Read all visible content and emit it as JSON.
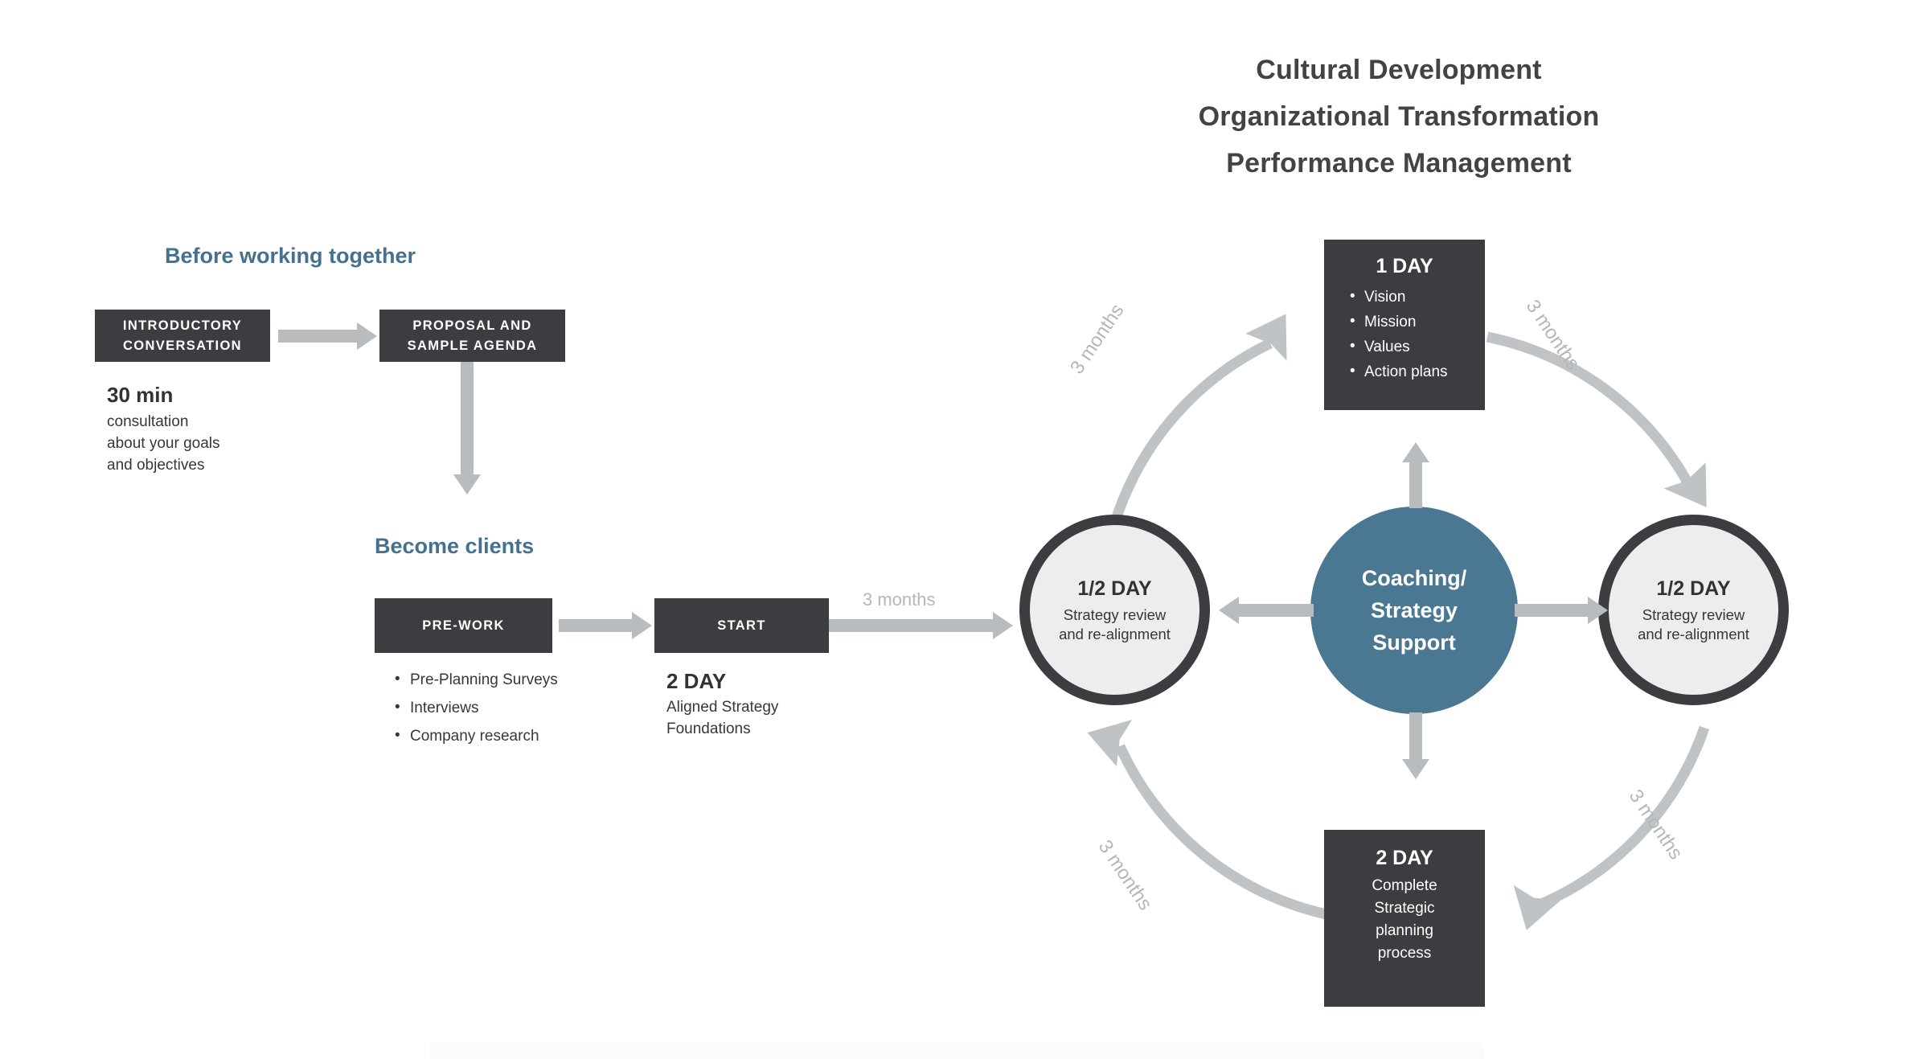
{
  "title": {
    "lines": [
      "Cultural Development",
      "Organizational Transformation",
      "Performance Management"
    ]
  },
  "colors": {
    "accent_blue": "#4a7792",
    "heading_blue": "#44718d",
    "dark_box": "#3b3d41",
    "arrow_gray": "#b8bcbe",
    "label_gray": "#b3b7b9",
    "circle_fill": "#eceded",
    "background": "#ffffff"
  },
  "before_section": {
    "heading": "Before working together",
    "box_intro": "INTRODUCTORY CONVERSATION",
    "box_intro_line1": "INTRODUCTORY",
    "box_intro_line2": "CONVERSATION",
    "box_proposal_line1": "PROPOSAL AND",
    "box_proposal_line2": "SAMPLE AGENDA",
    "caption_strong": "30 min",
    "caption_body_line1": "consultation",
    "caption_body_line2": "about your goals",
    "caption_body_line3": "and objectives"
  },
  "clients_section": {
    "heading": "Become clients",
    "box_prework": "PRE-WORK",
    "box_start": "START",
    "prework_bullets": [
      "Pre-Planning Surveys",
      "Interviews",
      "Company research"
    ],
    "start_caption_strong": "2 DAY",
    "start_caption_line1": "Aligned Strategy",
    "start_caption_line2": "Foundations",
    "transition_label": "3 months"
  },
  "cycle": {
    "center": {
      "line1": "Coaching/",
      "line2": "Strategy",
      "line3": "Support"
    },
    "top_node": {
      "title": "1 DAY",
      "bullets": [
        "Vision",
        "Mission",
        "Values",
        "Action plans"
      ]
    },
    "bottom_node": {
      "title": "2 DAY",
      "lines": [
        "Complete",
        "Strategic",
        "planning",
        "process"
      ]
    },
    "left_node": {
      "title": "1/2 DAY",
      "sub_line1": "Strategy review",
      "sub_line2": "and re-alignment"
    },
    "right_node": {
      "title": "1/2 DAY",
      "sub_line1": "Strategy review",
      "sub_line2": "and re-alignment"
    },
    "arc_labels": {
      "top_left": "3 months",
      "top_right": "3 months",
      "bottom_right": "3 months",
      "bottom_left": "3 months"
    }
  }
}
